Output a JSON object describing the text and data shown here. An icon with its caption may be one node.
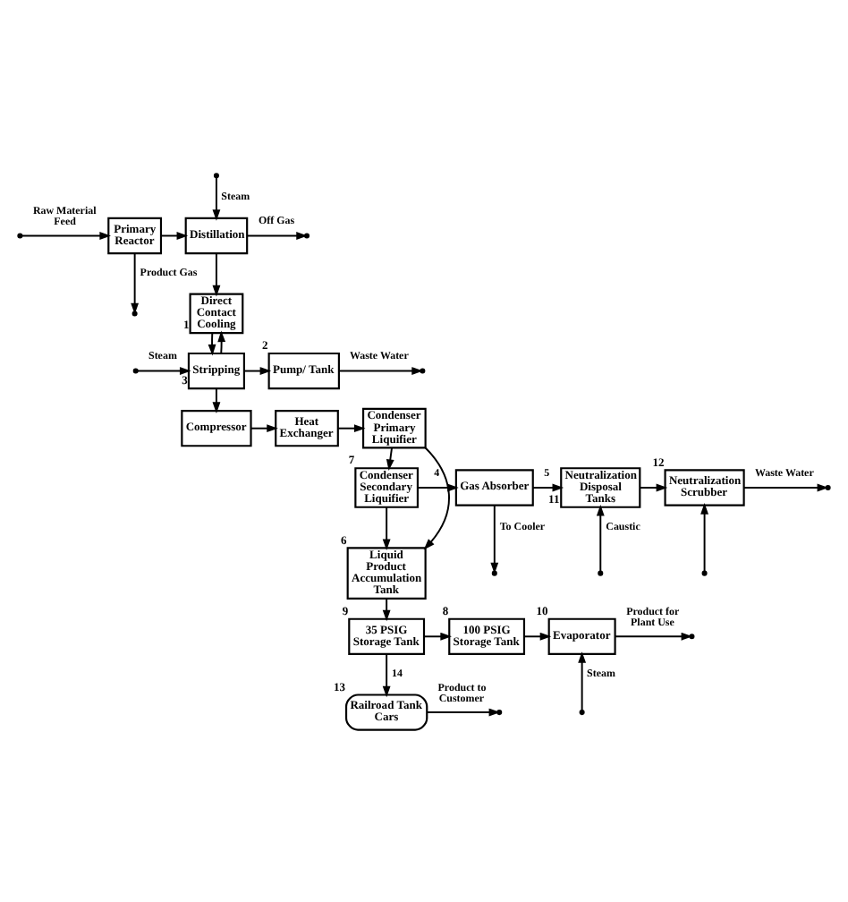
{
  "diagram": {
    "nodes": [
      {
        "text": [
          "Primary Reactor"
        ]
      },
      {
        "text": [
          "Distillation"
        ]
      },
      {
        "text": [
          "Direct Contact Cooling"
        ],
        "beside": [
          "1"
        ]
      },
      {
        "text": [
          "Pump/ Tank"
        ],
        "beside": [
          "2"
        ]
      },
      {
        "text": [
          "Stripping"
        ],
        "beside": [
          "3"
        ]
      },
      {
        "text": [
          "Condenser Primary Liquifier"
        ]
      },
      {
        "text": [
          "Heat Exchanger"
        ]
      },
      {
        "text": [
          "Compressor"
        ]
      },
      {
        "text": [
          "Condenser Secondary Liquifier"
        ],
        "beside": [
          "7"
        ]
      },
      {
        "text": [
          "Gas Absorber"
        ]
      },
      {
        "text": [
          "Neutralization Disposal Tanks"
        ],
        "beside": [
          "11"
        ]
      },
      {
        "text": [
          "Neutralization Scrubber"
        ],
        "beside": [
          "12"
        ]
      },
      {
        "text": [
          "Liquid Product Accumulation Tank"
        ],
        "beside": [
          "6"
        ]
      },
      {
        "text": [
          "Railroad Tank Cars"
        ],
        "beside": [
          "13"
        ]
      },
      {
        "text": [
          "35 PSIG Storage Tank"
        ],
        "beside": [
          "9"
        ]
      },
      {
        "text": [
          "100 PSIG Storage Tank"
        ],
        "beside": [
          "8"
        ]
      },
      {
        "text": [
          "Evaporator"
        ],
        "beside": [
          "10"
        ]
      }
    ],
    "edges": [
      {
        "from": null,
        "to": 0,
        "arrow": "to",
        "label": "Raw Material Feed"
      },
      {
        "from": 0,
        "to": null,
        "arrow": "to",
        "label": "Product Gas"
      },
      {
        "from": 0,
        "to": 1,
        "arrow": "to"
      },
      {
        "from": 1,
        "to": null,
        "arrow": "to",
        "label": "Off Gas"
      },
      {
        "from": null,
        "to": 1,
        "arrow": "to",
        "label": "Steam"
      },
      {
        "from": 1,
        "to": 2,
        "arrow": "to"
      },
      {
        "from": 2,
        "to": 4,
        "arrow": "to"
      },
      {
        "from": 4,
        "to": 2,
        "arrow": "to"
      },
      {
        "from": null,
        "to": 4,
        "arrow": "to",
        "label": "Steam"
      },
      {
        "from": 4,
        "to": 3,
        "arrow": "to"
      },
      {
        "from": 3,
        "to": null,
        "arrow": "to",
        "label": "Waste Water"
      },
      {
        "from": 4,
        "to": 7,
        "arrow": "to"
      },
      {
        "from": 7,
        "to": 6,
        "arrow": "to"
      },
      {
        "from": 6,
        "to": 5,
        "arrow": "to"
      },
      {
        "from": 5,
        "to": 8,
        "arrow": "to"
      },
      {
        "from": 5,
        "to": 12,
        "arrow": "to"
      },
      {
        "from": 8,
        "to": 9,
        "arrow": "to",
        "label": "4"
      },
      {
        "from": 8,
        "to": 12,
        "arrow": "to"
      },
      {
        "from": 9,
        "to": 10,
        "arrow": "to",
        "label": "5"
      },
      {
        "from": 10,
        "to": 11,
        "arrow": "to"
      },
      {
        "from": 11,
        "to": null,
        "arrow": "to",
        "label": "Waste Water"
      },
      {
        "from": null,
        "to": 10,
        "arrow": "to",
        "label": "Caustic"
      },
      {
        "from": null,
        "to": 11,
        "arrow": "to"
      },
      {
        "from": 9,
        "to": null,
        "arrow": "to",
        "label": "To Cooler"
      },
      {
        "from": 12,
        "to": 14,
        "arrow": "to"
      },
      {
        "from": 14,
        "to": 13,
        "arrow": "to",
        "label": "14"
      },
      {
        "from": 13,
        "to": null,
        "arrow": "to",
        "label": "Product to Customer"
      },
      {
        "from": 14,
        "to": 15,
        "arrow": "to"
      },
      {
        "from": 15,
        "to": 16,
        "arrow": "to"
      },
      {
        "from": 16,
        "to": null,
        "arrow": "to",
        "label": "Product for Plant Use"
      },
      {
        "from": null,
        "to": 16,
        "arrow": "to",
        "label": "Steam"
      }
    ]
  }
}
